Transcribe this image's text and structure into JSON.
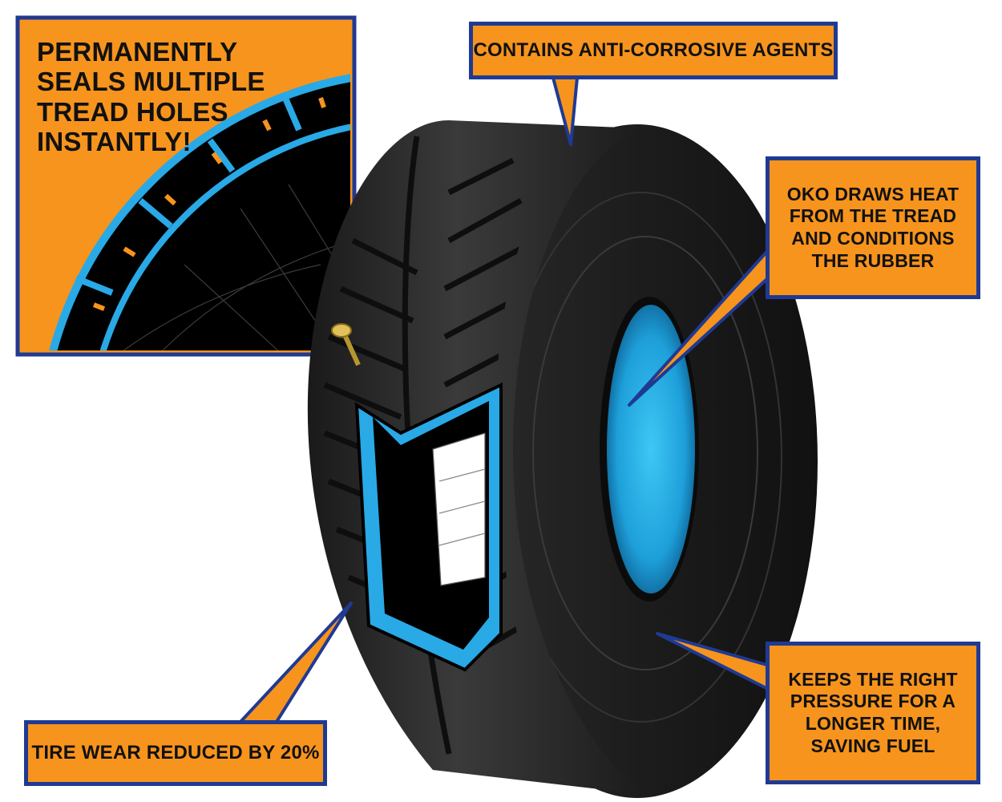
{
  "callouts": {
    "seals": "PERMANENTLY\nSEALS MULTIPLE\nTREAD HOLES\nINSTANTLY!",
    "corrosive": "CONTAINS ANTI-CORROSIVE AGENTS",
    "heat": "OKO DRAWS HEAT\nFROM THE TREAD\nAND CONDITIONS\nTHE RUBBER",
    "wear": "TIRE WEAR REDUCED BY 20%",
    "pressure": "KEEPS THE RIGHT\nPRESSURE FOR A\nLONGER TIME,\nSAVING FUEL"
  },
  "colors": {
    "callout_fill": "#f7941d",
    "callout_border": "#1f3a93",
    "sealant_blue": "#29a9e6",
    "tire_black": "#1a1a1a"
  }
}
